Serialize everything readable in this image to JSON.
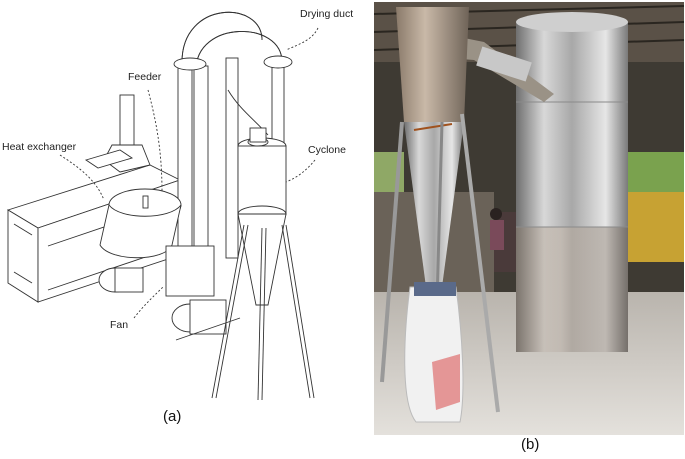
{
  "panel_a": {
    "caption": "(a)",
    "labels": {
      "drying_duct": "Drying duct",
      "feeder": "Feeder",
      "heat_exchanger": "Heat exchanger",
      "cyclone": "Cyclone",
      "fan": "Fan"
    }
  },
  "panel_b": {
    "caption": "(b)"
  }
}
